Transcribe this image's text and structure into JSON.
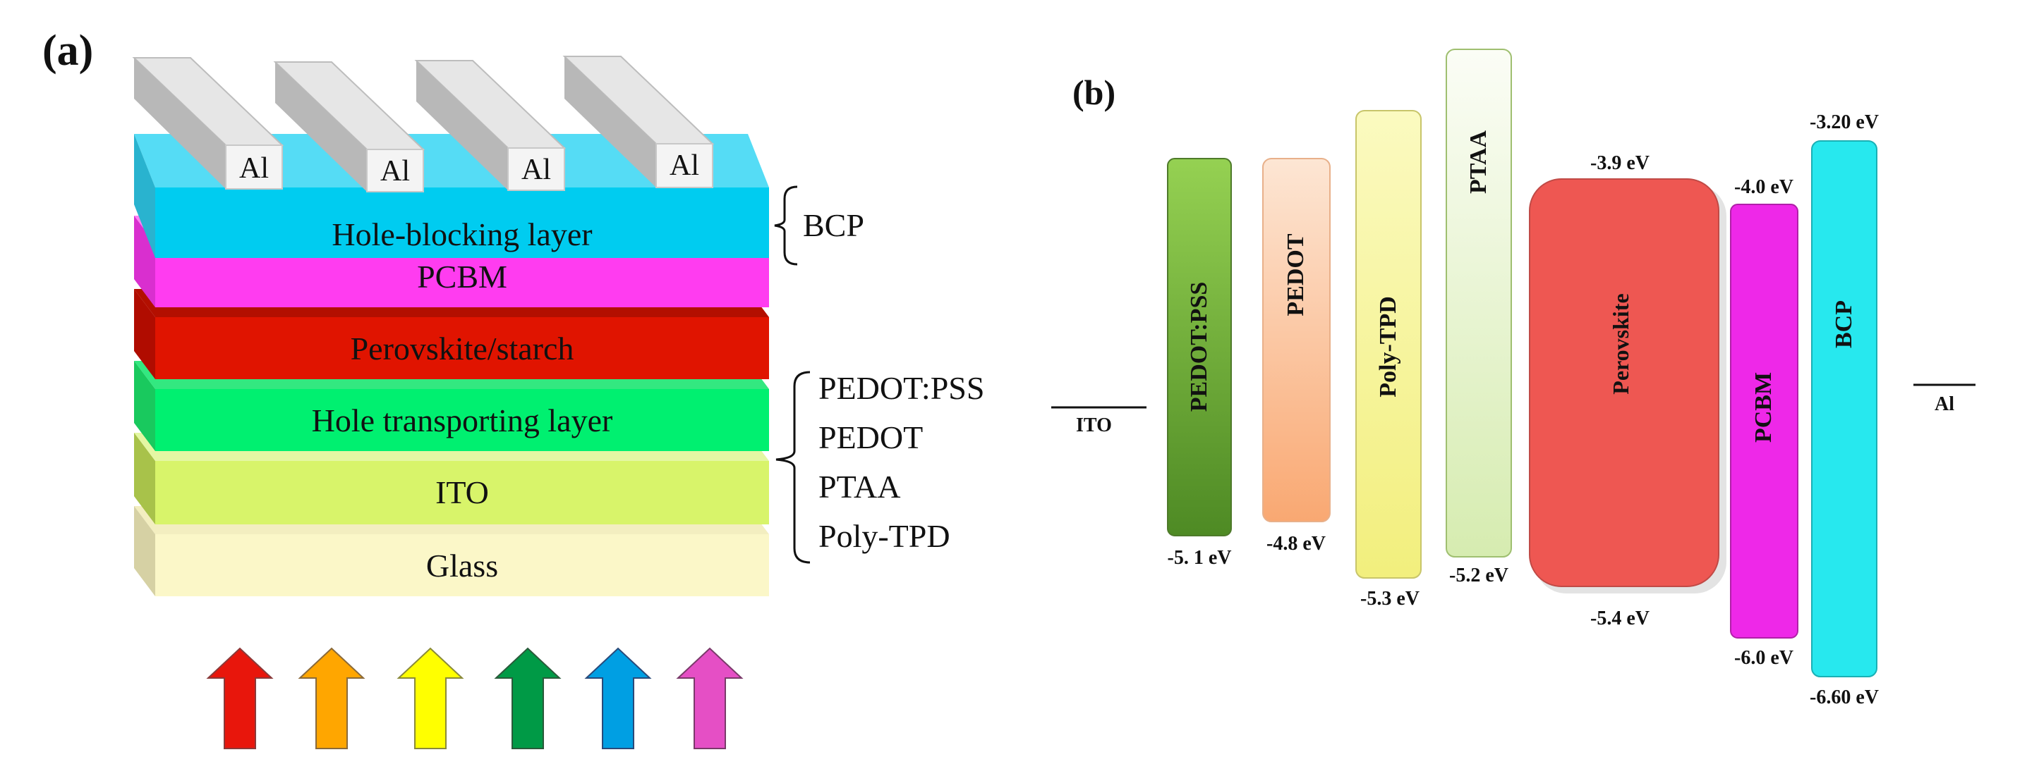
{
  "panel_a": {
    "label": "(a)",
    "electrode_label": "Al",
    "layers": [
      {
        "name": "hole-blocking-layer",
        "label": "Hole-blocking layer",
        "front": "#00ccf0",
        "top": "#55dcf5",
        "side": "#29b3cf"
      },
      {
        "name": "pcbm-layer",
        "label": "PCBM",
        "front": "#ff3cf0",
        "top": "#ff80f4",
        "side": "#d92fcf"
      },
      {
        "name": "perovskite-layer",
        "label": "Perovskite/starch",
        "front": "#e01400",
        "top": "#b30f00",
        "side": "#b00c00"
      },
      {
        "name": "hole-transport-layer",
        "label": "Hole transporting layer",
        "front": "#00f070",
        "top": "#33e880",
        "side": "#19c95e"
      },
      {
        "name": "ito-layer",
        "label": "ITO",
        "front": "#d8f46a",
        "top": "#e4f7a3",
        "side": "#a8c24a"
      },
      {
        "name": "glass-layer",
        "label": "Glass",
        "front": "#fbf7c8",
        "top": "#f3eec0",
        "side": "#d6d1a4"
      }
    ],
    "bcp_label": "BCP",
    "htl_options": [
      "PEDOT:PSS",
      "PEDOT",
      "PTAA",
      "Poly-TPD"
    ],
    "arrow_colors": [
      "#e8160c",
      "#ffa600",
      "#ffff00",
      "#009a46",
      "#009fe3",
      "#e54fc5"
    ]
  },
  "panel_b": {
    "label": "(b)",
    "left_electrode": {
      "label": "ITO"
    },
    "right_electrode": {
      "label": "Al"
    },
    "bars": [
      {
        "name": "pedot-pss-bar",
        "label": "PEDOT:PSS",
        "bottom_label": "-5. 1 eV",
        "color": "#6fb63a"
      },
      {
        "name": "pedot-bar",
        "label": "PEDOT",
        "bottom_label": "-4.8 eV",
        "color": "#fbbd90"
      },
      {
        "name": "poly-tpd-bar",
        "label": "Poly-TPD",
        "bottom_label": "-5.3 eV",
        "color": "#f8f6a0"
      },
      {
        "name": "ptaa-bar",
        "label": "PTAA",
        "bottom_label": "-5.2 eV",
        "color": "#ebf6d8"
      },
      {
        "name": "perovskite-bar",
        "label": "Perovskite",
        "top_label": "-3.9 eV",
        "bottom_label": "-5.4 eV",
        "color": "#ee5752"
      },
      {
        "name": "pcbm-bar",
        "label": "PCBM",
        "top_label": "-4.0 eV",
        "bottom_label": "-6.0 eV",
        "color": "#ee28e8"
      },
      {
        "name": "bcp-bar",
        "label": "BCP",
        "top_label": "-3.20 eV",
        "bottom_label": "-6.60 eV",
        "color": "#27e8ee"
      }
    ]
  }
}
